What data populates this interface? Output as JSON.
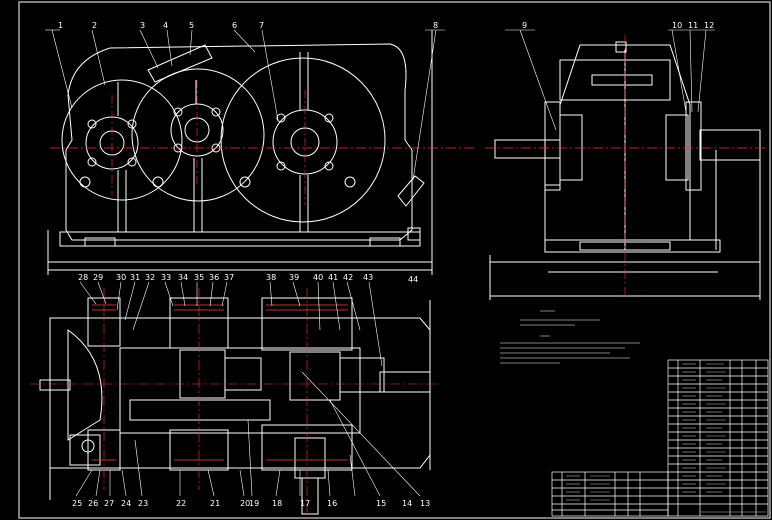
{
  "drawing": {
    "background": "#000000",
    "line_color": "#ffffff",
    "accent_color": "#ff4040",
    "centerline_color": "#ff3030",
    "front_view_callouts": [
      "1",
      "2",
      "3",
      "4",
      "5",
      "6",
      "7",
      "8"
    ],
    "side_view_callouts": [
      "9",
      "10",
      "11",
      "12"
    ],
    "top_view_callouts_upper": [
      "28",
      "29",
      "30",
      "31",
      "32",
      "33",
      "34",
      "35",
      "36",
      "37",
      "38",
      "39",
      "40",
      "41",
      "42",
      "43"
    ],
    "top_view_callouts_lower": [
      "25",
      "26",
      "27",
      "24",
      "23",
      "22",
      "21",
      "20",
      "19",
      "18",
      "17",
      "16",
      "15",
      "14",
      "13"
    ],
    "side_callout_44": "44"
  }
}
